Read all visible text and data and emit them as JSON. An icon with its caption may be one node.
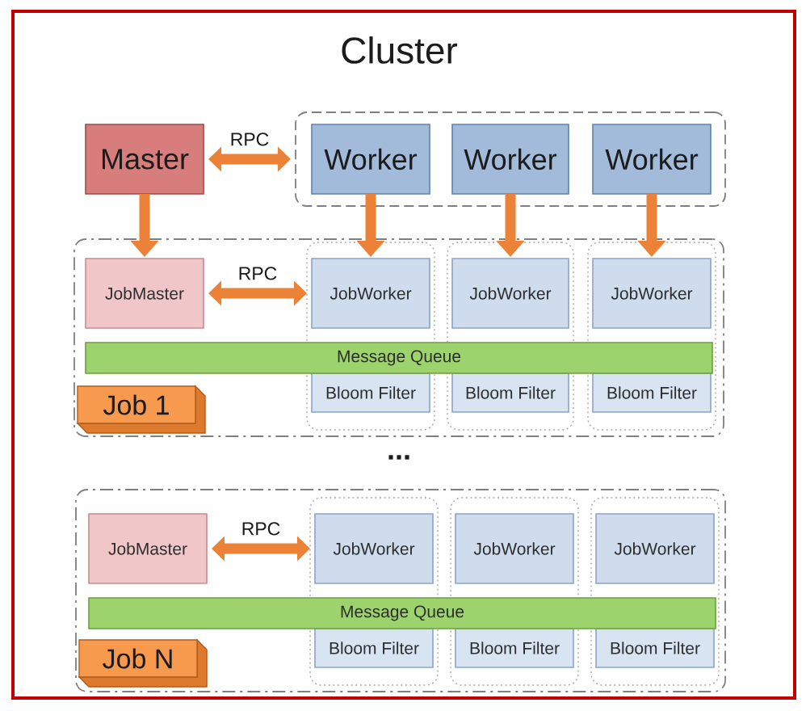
{
  "diagram": {
    "title": "Cluster",
    "nodes": [
      {
        "text": [
          "Master"
        ]
      },
      {
        "text": [],
        "shape": "box"
      },
      {
        "text": [
          "Worker"
        ],
        "in": 1
      },
      {
        "text": [
          "Worker"
        ],
        "in": 1
      },
      {
        "text": [
          "Worker"
        ],
        "in": 1
      },
      {
        "text": [],
        "shape": "box"
      },
      {
        "text": [
          "JobMaster"
        ],
        "in": 5
      },
      {
        "text": [],
        "shape": "box",
        "in": 5
      },
      {
        "text": [
          "JobWorker"
        ],
        "in": 7
      },
      {
        "text": [
          "Bloom Filter"
        ],
        "in": 7
      },
      {
        "text": [],
        "shape": "box",
        "in": 5
      },
      {
        "text": [
          "JobWorker"
        ],
        "in": 10
      },
      {
        "text": [
          "Bloom Filter"
        ],
        "in": 10
      },
      {
        "text": [],
        "shape": "box",
        "in": 5
      },
      {
        "text": [
          "JobWorker"
        ],
        "in": 13
      },
      {
        "text": [
          "Bloom Filter"
        ],
        "in": 13
      },
      {
        "text": [
          "Message Queue"
        ],
        "in": 5
      },
      {
        "text": [
          "Job 1"
        ],
        "in": 5
      },
      {
        "text": [],
        "shape": "box"
      },
      {
        "text": [
          "JobMaster"
        ],
        "in": 18
      },
      {
        "text": [],
        "shape": "box",
        "in": 18
      },
      {
        "text": [
          "JobWorker"
        ],
        "in": 20
      },
      {
        "text": [
          "Bloom Filter"
        ],
        "in": 20
      },
      {
        "text": [],
        "shape": "box",
        "in": 18
      },
      {
        "text": [
          "JobWorker"
        ],
        "in": 23
      },
      {
        "text": [
          "Bloom Filter"
        ],
        "in": 23
      },
      {
        "text": [],
        "shape": "box",
        "in": 18
      },
      {
        "text": [
          "JobWorker"
        ],
        "in": 26
      },
      {
        "text": [
          "Bloom Filter"
        ],
        "in": 26
      },
      {
        "text": [
          "Message Queue"
        ],
        "in": 18
      },
      {
        "text": [
          "Job N"
        ],
        "in": 18
      }
    ],
    "edges": [
      {
        "from": 0,
        "to": 1,
        "arrow": "both",
        "label": "RPC"
      },
      {
        "from": 0,
        "to": 6,
        "arrow": "to"
      },
      {
        "from": 2,
        "to": 8,
        "arrow": "to"
      },
      {
        "from": 3,
        "to": 11,
        "arrow": "to"
      },
      {
        "from": 4,
        "to": 14,
        "arrow": "to"
      },
      {
        "from": 6,
        "to": 8,
        "arrow": "both",
        "label": "RPC"
      },
      {
        "from": 19,
        "to": 21,
        "arrow": "both",
        "label": "RPC"
      }
    ],
    "labels": [
      "..."
    ]
  }
}
